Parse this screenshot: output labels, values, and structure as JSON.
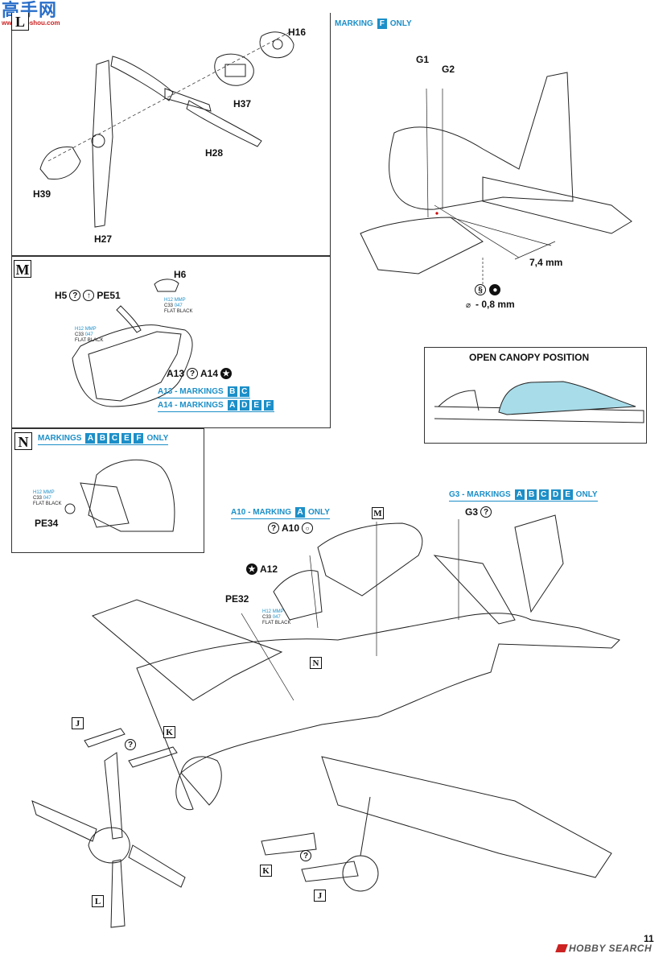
{
  "header": {
    "logo_text": "高手网",
    "logo_sub": "www.gaoshou.com"
  },
  "panel_L": {
    "step": "L",
    "parts": [
      "H16",
      "H37",
      "H28",
      "H39",
      "H27"
    ]
  },
  "panel_F": {
    "marking_label": "MARKING",
    "marking_box": "F",
    "only_label": "ONLY",
    "parts": [
      "G1",
      "G2"
    ],
    "dim1": "7,4 mm",
    "dim2": "- 0,8 mm",
    "diam_symbol": "⌀"
  },
  "panel_M": {
    "step": "M",
    "parts": [
      "H6",
      "H5",
      "PE51"
    ],
    "paint1": {
      "code1": "H12",
      "code2": "MMP",
      "code3": "C33",
      "code4": "047",
      "name": "FLAT BLACK"
    },
    "paint2": {
      "code1": "H12",
      "code2": "MMP",
      "code3": "C33",
      "code4": "047",
      "name": "FLAT BLACK"
    },
    "options": "A13 ? A14",
    "a13_label": "A13 - MARKINGS",
    "a13_boxes": [
      "B",
      "C"
    ],
    "a14_label": "A14 - MARKINGS",
    "a14_boxes": [
      "A",
      "D",
      "E",
      "F"
    ]
  },
  "canopy_inset": {
    "title": "OPEN CANOPY POSITION"
  },
  "panel_N": {
    "step": "N",
    "marking_label": "MARKINGS",
    "boxes": [
      "A",
      "B",
      "C",
      "E",
      "F"
    ],
    "only_label": "ONLY",
    "parts": [
      "PE34"
    ],
    "paint": {
      "code1": "H12",
      "code2": "MMP",
      "code3": "C33",
      "code4": "047",
      "name": "FLAT BLACK"
    }
  },
  "main": {
    "a10_label": "A10 - MARKING",
    "a10_box": "A",
    "a10_only": "ONLY",
    "a10_part": "A10",
    "a12_part": "A12",
    "pe32_part": "PE32",
    "g3_label": "G3 - MARKINGS",
    "g3_boxes": [
      "A",
      "B",
      "C",
      "D",
      "E"
    ],
    "g3_only": "ONLY",
    "g3_part": "G3",
    "ref_M": "M",
    "ref_N": "N",
    "ref_J1": "J",
    "ref_K1": "K",
    "ref_K2": "K",
    "ref_J2": "J",
    "ref_L": "L",
    "paint": {
      "code1": "H12",
      "code2": "MMP",
      "code3": "C33",
      "code4": "047",
      "name": "FLAT BLACK"
    },
    "q": "?"
  },
  "footer": {
    "watermark": "HOBBY SEARCH",
    "page_number": "11"
  }
}
